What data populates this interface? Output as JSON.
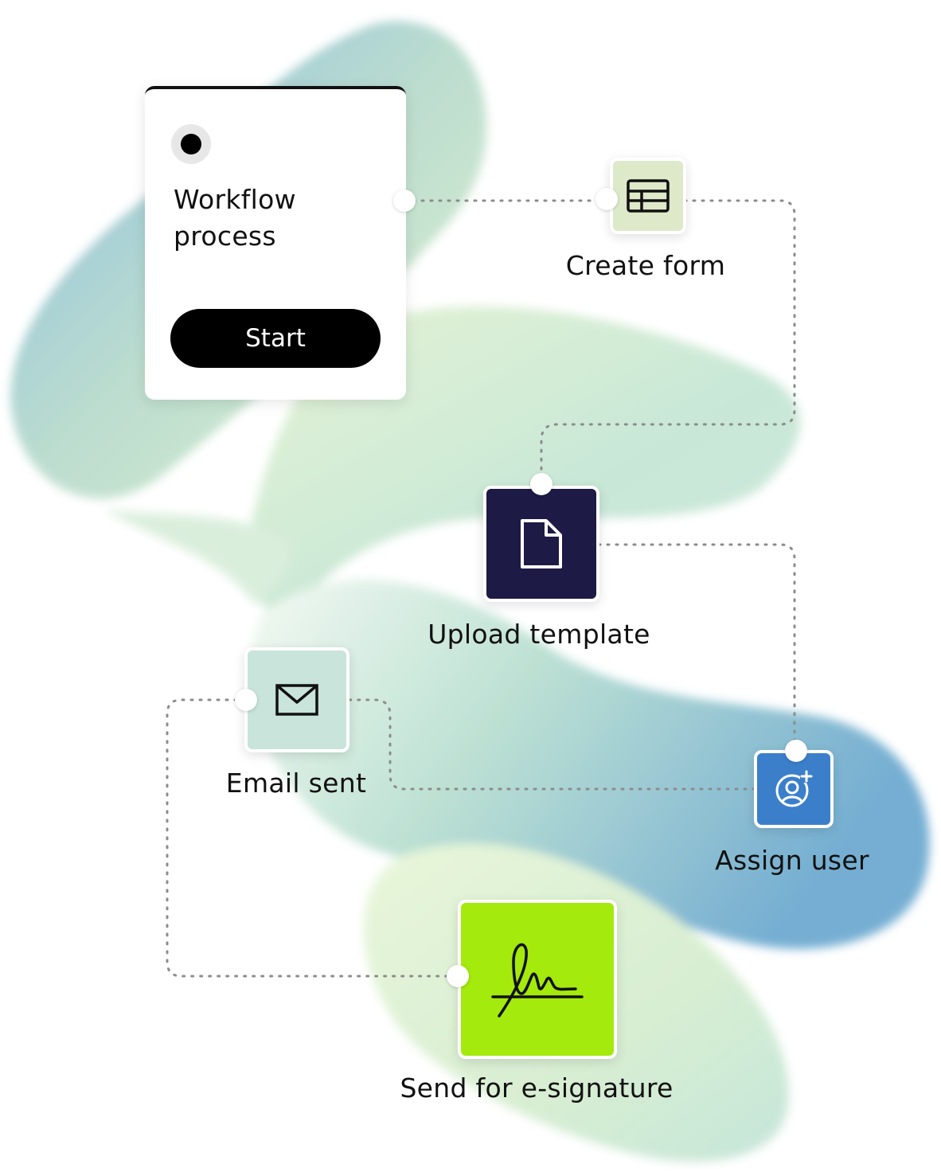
{
  "workflow_card": {
    "title": "Workflow process",
    "start_label": "Start"
  },
  "steps": {
    "create_form": {
      "label": "Create form",
      "icon": "table-icon",
      "color": "#dde9c9"
    },
    "upload_template": {
      "label": "Upload template",
      "icon": "document-icon",
      "color": "#1d1a45"
    },
    "email_sent": {
      "label": "Email sent",
      "icon": "envelope-icon",
      "color": "#c8e4db"
    },
    "assign_user": {
      "label": "Assign user",
      "icon": "add-user-icon",
      "color": "#3b7fcb"
    },
    "send_esignature": {
      "label": "Send for e-signature",
      "icon": "signature-icon",
      "color": "#a4ea0c"
    }
  },
  "colors": {
    "connector": "#8c8c8c",
    "blob_blue": "#7fb5d8",
    "blob_green": "#d9f0c4",
    "blob_teal": "#b7dcd2"
  }
}
